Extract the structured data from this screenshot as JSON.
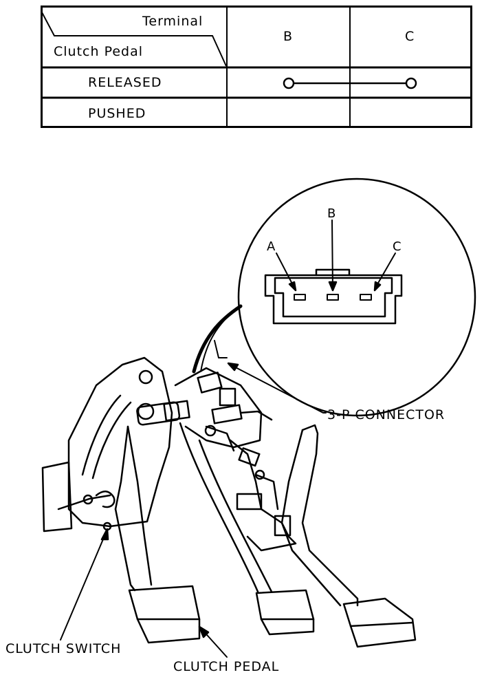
{
  "table": {
    "header_terminal": "Terminal",
    "header_clutch_pedal": "Clutch Pedal",
    "col_b": "B",
    "col_c": "C",
    "row_released": "RELEASED",
    "row_pushed": "PUSHED"
  },
  "connector": {
    "pin_a": "A",
    "pin_b": "B",
    "pin_c": "C",
    "label": "3-P CONNECTOR"
  },
  "labels": {
    "clutch_switch": "CLUTCH SWITCH",
    "clutch_pedal": "CLUTCH PEDAL"
  },
  "continuity": {
    "released": [
      "B",
      "C"
    ],
    "pushed": []
  }
}
